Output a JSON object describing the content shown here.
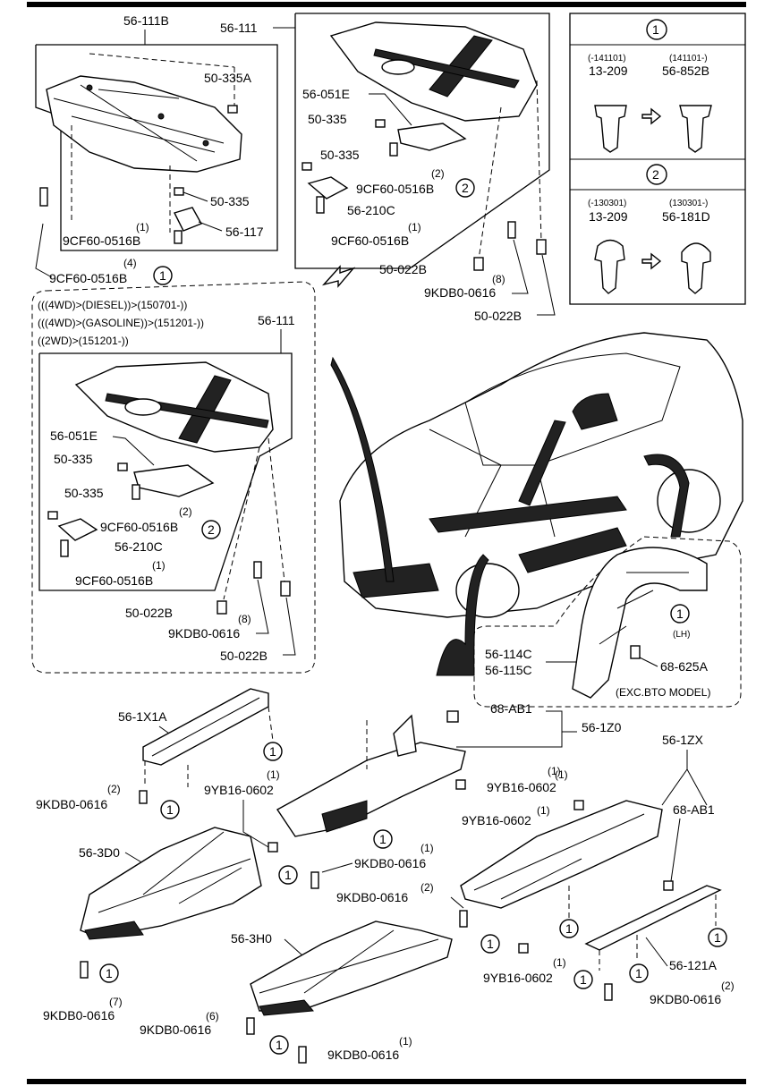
{
  "top_left": {
    "title": "56-111B",
    "labels": {
      "a": "50-335A",
      "b": "50-335",
      "c": "56-117",
      "d": "9CF60-0516B",
      "d_qty": "(1)",
      "e": "9CF60-0516B",
      "e_qty": "(4)",
      "circle": "1"
    }
  },
  "top_mid": {
    "title": "56-111",
    "labels": {
      "a": "56-051E",
      "b": "50-335",
      "c": "50-335",
      "d": "9CF60-0516B",
      "d_qty": "(2)",
      "circle2": "2",
      "e": "56-210C",
      "f": "9CF60-0516B",
      "f_qty": "(1)"
    },
    "bolts": {
      "a": "50-022B",
      "b": "9KDB0-0616",
      "b_qty": "(8)",
      "c": "50-022B"
    }
  },
  "legend": {
    "box1": {
      "num": "1",
      "col1_date": "(-141101)",
      "col1_part": "13-209",
      "col2_date": "(141101-)",
      "col2_part": "56-852B"
    },
    "box2": {
      "num": "2",
      "col1_date": "(-130301)",
      "col1_part": "13-209",
      "col2_date": "(130301-)",
      "col2_part": "56-181D"
    }
  },
  "mid_left": {
    "cond1": "(((4WD)>(DIESEL))>(150701-))",
    "cond2": "(((4WD)>(GASOLINE))>(151201-))",
    "cond3": "((2WD)>(151201-))",
    "title": "56-111",
    "labels": {
      "a": "56-051E",
      "b": "50-335",
      "c": "50-335",
      "d": "9CF60-0516B",
      "d_qty": "(2)",
      "circle2": "2",
      "e": "56-210C",
      "f": "9CF60-0516B",
      "f_qty": "(1)"
    },
    "bolts": {
      "a": "50-022B",
      "b": "9KDB0-0616",
      "b_qty": "(8)",
      "c": "50-022B"
    }
  },
  "fender": {
    "a": "56-114C",
    "b": "56-115C",
    "c": "68-625A",
    "circle": "1",
    "lh": "(LH)",
    "note": "(EXC.BTO MODEL)"
  },
  "bottom": {
    "p1": "56-1X1A",
    "p1_bolt": "9KDB0-0616",
    "p1_qty": "(2)",
    "p2": "68-AB1",
    "p2b": "56-1Z0",
    "p2c": "9YB16-0602",
    "p2c_qty": "(1)",
    "p2d": "9YB16-0602",
    "p2d_qty": "(1)",
    "p2e": "9KDB0-0616",
    "p2e_qty": "(1)",
    "p3": "56-1ZX",
    "p3b": "68-AB1",
    "p3c": "9YB16-0602",
    "p3c_qty": "(1)",
    "p3d": "9KDB0-0616",
    "p3d_qty": "(2)",
    "p3e": "9YB16-0602",
    "p3e_qty": "(1)",
    "p3f": "56-121A",
    "p3g": "9KDB0-0616",
    "p3g_qty": "(2)",
    "p4": "56-3D0",
    "p4_bolt": "9KDB0-0616",
    "p4_qty": "(7)",
    "p5": "56-3H0",
    "p5_bolt": "9KDB0-0616",
    "p5_qty": "(6)",
    "p5_bolt2": "9KDB0-0616",
    "p5_qty2": "(1)",
    "circle": "1"
  }
}
